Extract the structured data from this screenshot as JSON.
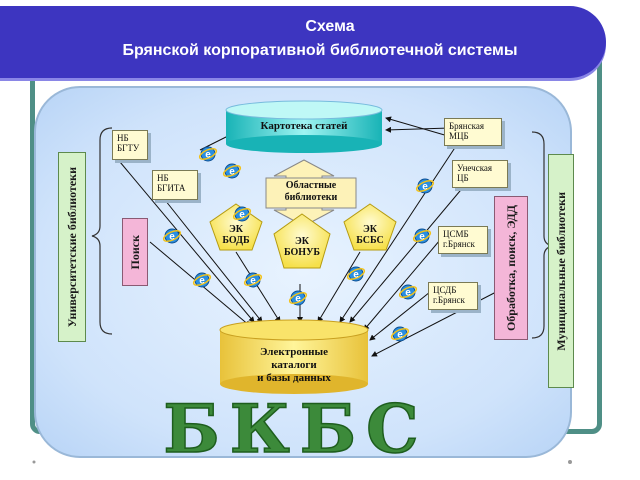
{
  "title": {
    "line1": "Схема",
    "line2": "Брянской корпоративной библиотечной системы"
  },
  "diagram": {
    "articles_db": "Картотека статей",
    "regional_libraries": [
      "Областные",
      "библиотеки"
    ],
    "catalogs_db": [
      "Электронные",
      "каталоги",
      "и базы данных"
    ],
    "pentagons": [
      {
        "line1": "ЭК",
        "line2": "БОДБ"
      },
      {
        "line1": "ЭК",
        "line2": "БОНУБ"
      },
      {
        "line1": "ЭК",
        "line2": "БСБС"
      }
    ],
    "left_notes": [
      {
        "line1": "НБ",
        "line2": "БГТУ"
      },
      {
        "line1": "НБ",
        "line2": "БГИТА"
      }
    ],
    "right_notes": [
      {
        "line1": "Брянская",
        "line2": "МЦБ"
      },
      {
        "line1": "Унечская",
        "line2": "ЦБ"
      },
      {
        "line1": "ЦСМБ",
        "line2": "г.Брянск"
      },
      {
        "line1": "ЦСДБ",
        "line2": "г.Брянск"
      }
    ],
    "university_label": "Университетские библиотеки",
    "search_label": "Поиск",
    "processing_label": "Обработка, поиск, ЭДД",
    "municipal_label": "Муниципальные библиотеки",
    "watermark": "БКБС"
  },
  "colors": {
    "banner": "#3d35c0",
    "frame": "#4f8f86",
    "cylinder_top": "#1ec8c8",
    "cylinder_body_light": "#fff59a",
    "cylinder_body_dark": "#e8c23a",
    "pentagon": "#fff176",
    "processing_box": "#f4b6d8",
    "search_box": "#f4b6d8",
    "watermark_fill": "#2e7d32"
  },
  "icons": [
    "internet-explorer-icon"
  ]
}
